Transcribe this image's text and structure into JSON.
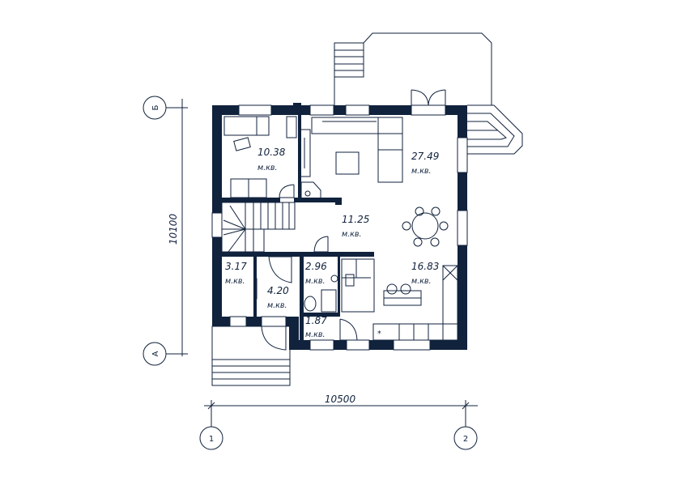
{
  "plan": {
    "rooms": [
      {
        "area": "10.38",
        "unit": "м.кв."
      },
      {
        "area": "27.49",
        "unit": "м.кв."
      },
      {
        "area": "11.25",
        "unit": "м.кв."
      },
      {
        "area": "3.17",
        "unit": "м.кв."
      },
      {
        "area": "4.20",
        "unit": "м.кв."
      },
      {
        "area": "2.96",
        "unit": "м.кв."
      },
      {
        "area": "1.87",
        "unit": "м.кв."
      },
      {
        "area": "16.83",
        "unit": "м.кв."
      }
    ],
    "dimensions": {
      "vertical": "10100",
      "horizontal": "10500"
    },
    "axes": {
      "top_row": "Б",
      "bottom_row": "А",
      "left_col": "1",
      "right_col": "2"
    },
    "stove_symbol": "*",
    "color": "#10223c"
  }
}
